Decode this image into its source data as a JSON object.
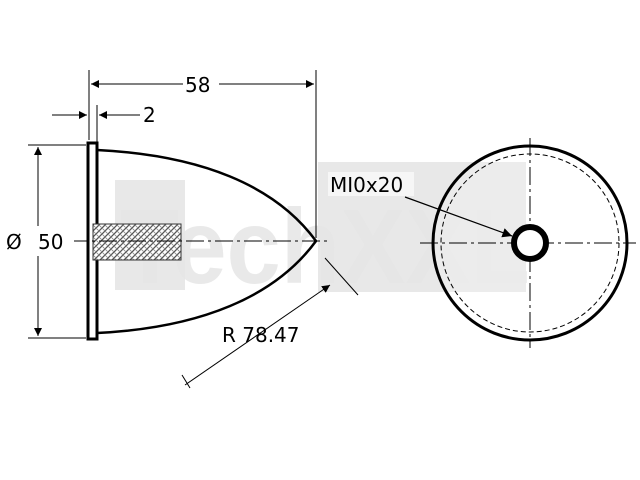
{
  "watermark": {
    "text": "TechXXL",
    "color": "#e6e6e6"
  },
  "dimensions": {
    "length": "58",
    "flange": "2",
    "diameter_symbol": "Ø",
    "diameter": "50",
    "radius": "R 78.47",
    "thread": "MI0x20"
  },
  "colors": {
    "line": "#000000",
    "background": "#ffffff",
    "thread_fill": "#777777"
  }
}
